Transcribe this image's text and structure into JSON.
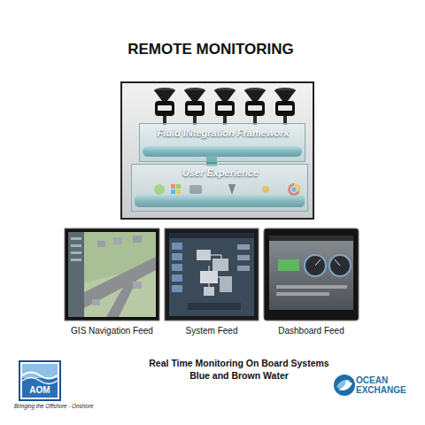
{
  "diagram": {
    "title": "REMOTE MONITORING",
    "caption": "Real Time Monitoring On Board Systems Blue and Brown Water",
    "nodes": [
      {
        "text": [
          "Fluid INtegration Framework"
        ]
      },
      {
        "text": [
          "User Experience"
        ]
      },
      {
        "text": [
          "GIS Navigation Feed"
        ]
      },
      {
        "text": [
          "System Feed"
        ]
      },
      {
        "text": [
          "Dashboard Feed"
        ]
      },
      {
        "text": [
          "AOM",
          "Bringing the Offshore - Onshore"
        ]
      }
    ],
    "labels": [
      "OCEAN EXCHANGE"
    ]
  }
}
